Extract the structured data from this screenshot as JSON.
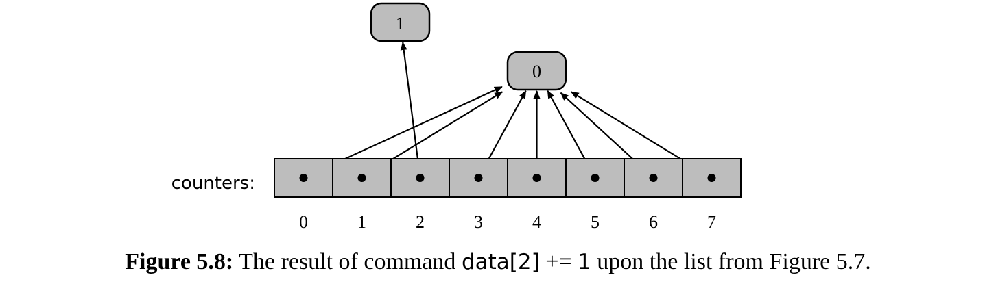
{
  "diagram": {
    "list_label": "counters:",
    "value_nodes": [
      {
        "id": "one",
        "label": "1"
      },
      {
        "id": "zero",
        "label": "0"
      }
    ],
    "cells": [
      {
        "index": "0",
        "points_to": "zero"
      },
      {
        "index": "1",
        "points_to": "zero"
      },
      {
        "index": "2",
        "points_to": "one"
      },
      {
        "index": "3",
        "points_to": "zero"
      },
      {
        "index": "4",
        "points_to": "zero"
      },
      {
        "index": "5",
        "points_to": "zero"
      },
      {
        "index": "6",
        "points_to": "zero"
      },
      {
        "index": "7",
        "points_to": "zero"
      }
    ],
    "colors": {
      "node_fill": "#bdbdbd",
      "cell_fill": "#bdbdbd",
      "stroke": "#000000"
    }
  },
  "caption": {
    "label": "Figure 5.8:",
    "text_before": "The result of command",
    "code": "data[2]",
    "operator": "+=",
    "value": "1",
    "text_after": "upon the list from Figure 5.7."
  }
}
